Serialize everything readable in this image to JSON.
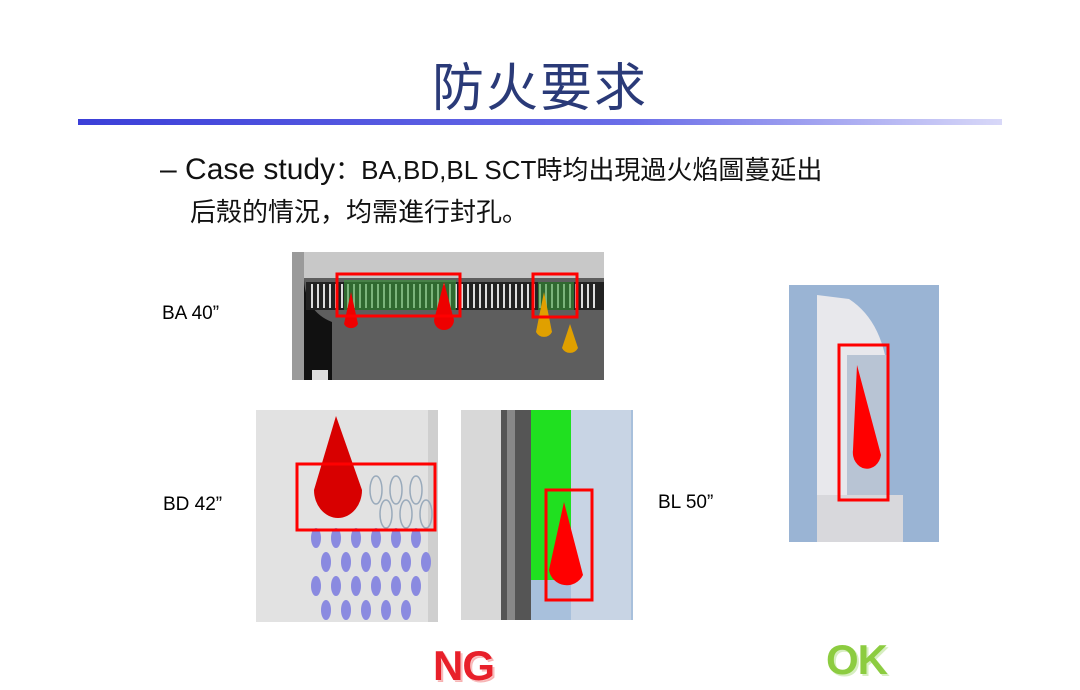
{
  "title": "防火要求",
  "bullet": {
    "dash": "–",
    "lead": "Case study",
    "colon": "：",
    "text1": "BA,BD,BL SCT時均出現過火焰圖蔓延出",
    "text2": "后殼的情況，均需進行封孔。"
  },
  "labels": {
    "ba": "BA 40”",
    "bd": "BD 42”",
    "bl": "BL 50”"
  },
  "verdicts": {
    "ng": "NG",
    "ok": "OK"
  },
  "colors": {
    "title": "#2a3a78",
    "ng": "#e8202a",
    "ok": "#8ccc40",
    "highlight": "#ff0000"
  }
}
